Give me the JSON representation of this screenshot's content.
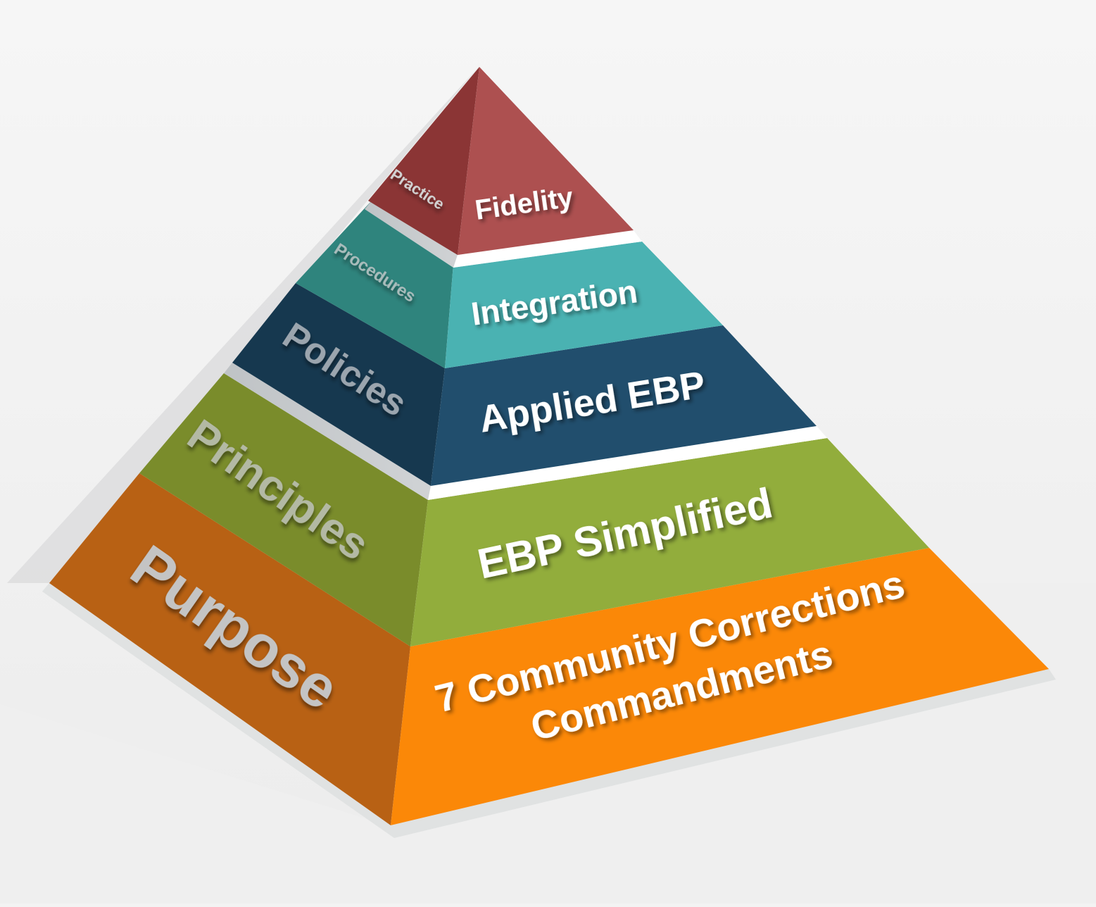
{
  "diagram": {
    "type": "pyramid",
    "tiers": [
      {
        "left_label": "Practice",
        "right_label": "Fidelity",
        "left_color": "#8b3535",
        "right_color": "#ad5050"
      },
      {
        "left_label": "Procedures",
        "right_label": "Integration",
        "left_color": "#2f847d",
        "right_color": "#4ab2b2"
      },
      {
        "left_label": "Policies",
        "right_label": "Applied EBP",
        "left_color": "#16384f",
        "right_color": "#214e6d"
      },
      {
        "left_label": "Principles",
        "right_label": "EBP Simplified",
        "left_color": "#7a8c2b",
        "right_color": "#92ad3c"
      },
      {
        "left_label": "Purpose",
        "right_label_line1": "7 Community Corrections",
        "right_label_line2": "Commandments",
        "left_color": "#b86114",
        "right_color": "#fb8808"
      }
    ],
    "background_color": "#f3f3f3",
    "separator_color": "#ffffff"
  }
}
